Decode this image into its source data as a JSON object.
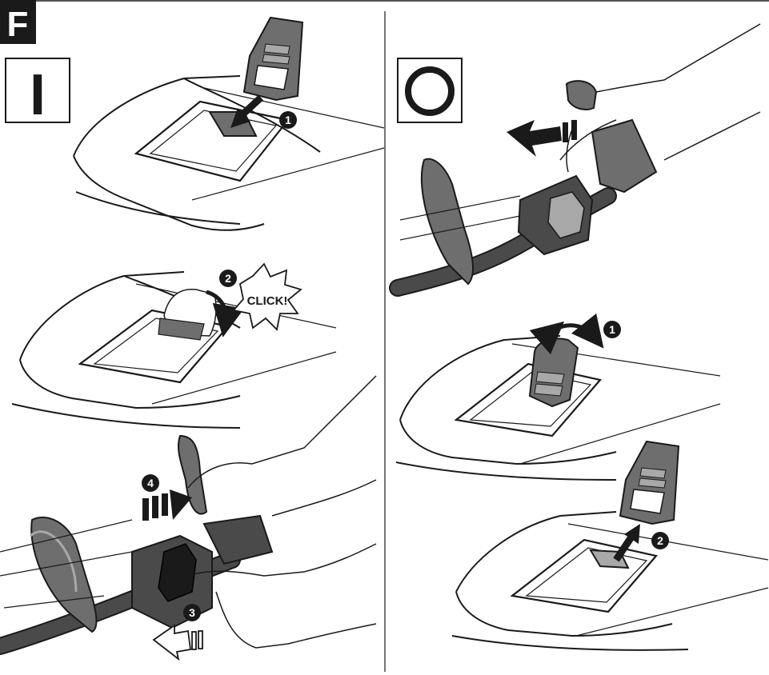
{
  "section_letter": "F",
  "left_panel": {
    "mode_symbol": "I",
    "steps": [
      {
        "number": "1"
      },
      {
        "number": "2",
        "callout": "CLICK!"
      },
      {
        "number": "3"
      },
      {
        "number": "4"
      }
    ]
  },
  "right_panel": {
    "mode_symbol": "O",
    "steps": [
      {
        "number": "1"
      },
      {
        "number": "2"
      }
    ]
  },
  "colors": {
    "line": "#1a1a1a",
    "part_dark": "#4a4a4a",
    "part_mid": "#6e6e6e",
    "part_light": "#a8a8a8",
    "badge_bg": "#1a1a1a",
    "badge_text": "#ffffff"
  }
}
